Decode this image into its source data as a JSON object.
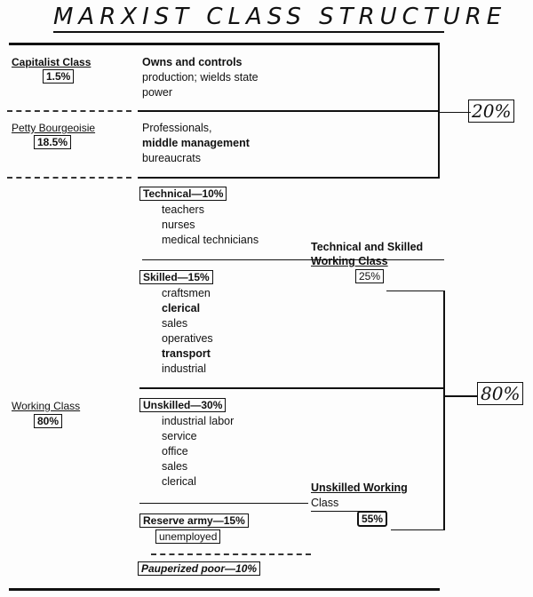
{
  "title": "MARXIST CLASS STRUCTURE",
  "capitalist": {
    "label": "Capitalist Class",
    "pct": "1.5%",
    "desc": [
      "Owns and controls",
      "production; wields state",
      "power"
    ]
  },
  "petty": {
    "label": "Petty Bourgeoisie",
    "pct": "18.5%",
    "desc": [
      "Professionals,",
      "middle management",
      "bureaucrats"
    ]
  },
  "upper_total": "20%",
  "technical": {
    "label": "Technical—10%",
    "items": [
      "teachers",
      "nurses",
      "medical technicians"
    ]
  },
  "skilled": {
    "label": "Skilled—15%",
    "items": [
      "craftsmen",
      "clerical",
      "sales",
      "operatives",
      "transport",
      "industrial"
    ]
  },
  "tech_skilled_class": {
    "label_line1": "Technical and Skilled",
    "label_line2": "Working Class",
    "pct": "25%"
  },
  "working": {
    "label": "Working Class",
    "pct": "80%"
  },
  "working_total": "80%",
  "unskilled": {
    "label": "Unskilled—30%",
    "items": [
      "industrial labor",
      "service",
      "office",
      "sales",
      "clerical"
    ]
  },
  "unskilled_class": {
    "label_line1": "Unskilled Working",
    "label_line2": "Class",
    "pct": "55%"
  },
  "reserve": {
    "label": "Reserve army—15%",
    "sub": "unemployed"
  },
  "pauper": {
    "label": "Pauperized poor—10%"
  }
}
